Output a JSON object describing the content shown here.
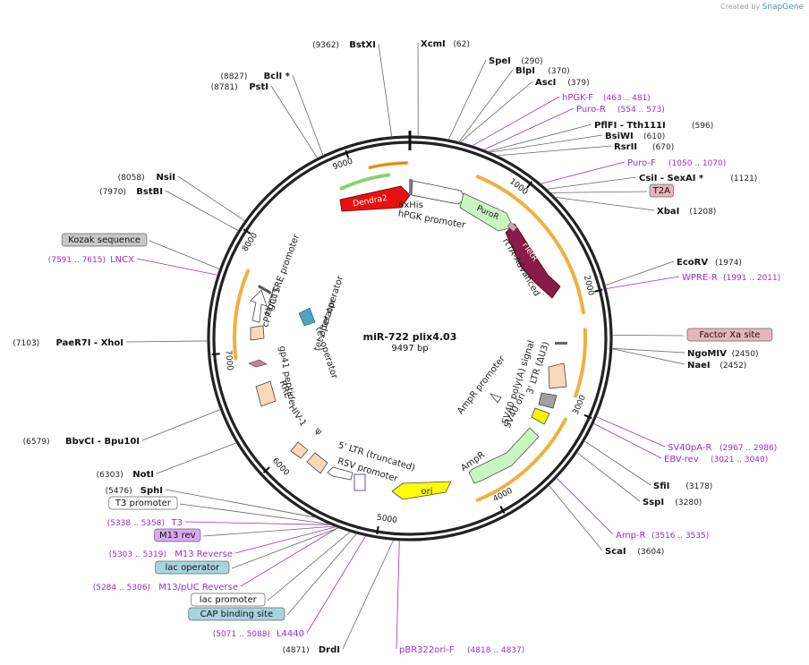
{
  "header": {
    "created_by": "Created by",
    "brand": "SnapGene"
  },
  "plasmid": {
    "name": "miR-722 plix4.03",
    "length_label": "9497 bp",
    "total_bp": 9497
  },
  "tick_labels": [
    "1000",
    "2000",
    "3000",
    "4000",
    "5000",
    "6000",
    "7000",
    "8000",
    "9000"
  ],
  "sites": [
    {
      "name": "XcmI",
      "pos_label": "(62)",
      "kind": "enzyme"
    },
    {
      "name": "SpeI",
      "pos_label": "(290)",
      "kind": "enzyme"
    },
    {
      "name": "BlpI",
      "pos_label": "(370)",
      "kind": "enzyme"
    },
    {
      "name": "AscI",
      "pos_label": "(379)",
      "kind": "enzyme"
    },
    {
      "name": "hPGK-F",
      "pos_label": "(463 .. 481)",
      "kind": "primer"
    },
    {
      "name": "Puro-R",
      "pos_label": "(554 .. 573)",
      "kind": "primer"
    },
    {
      "name": "PflFI - Tth111I",
      "pos_label": "(596)",
      "kind": "enzyme"
    },
    {
      "name": "BsiWI",
      "pos_label": "(610)",
      "kind": "enzyme"
    },
    {
      "name": "RsrII",
      "pos_label": "(670)",
      "kind": "enzyme"
    },
    {
      "name": "Puro-F",
      "pos_label": "(1050 .. 1070)",
      "kind": "primer"
    },
    {
      "name": "CsiI - SexAI *",
      "pos_label": "(1121)",
      "kind": "enzyme"
    },
    {
      "name": "T2A",
      "pos_label": "",
      "kind": "feature-pink"
    },
    {
      "name": "XbaI",
      "pos_label": "(1208)",
      "kind": "enzyme"
    },
    {
      "name": "EcoRV",
      "pos_label": "(1974)",
      "kind": "enzyme"
    },
    {
      "name": "WPRE-R",
      "pos_label": "(1991 .. 2011)",
      "kind": "primer"
    },
    {
      "name": "Factor Xa site",
      "pos_label": "",
      "kind": "feature-pink"
    },
    {
      "name": "NgoMIV",
      "pos_label": "(2450)",
      "kind": "enzyme"
    },
    {
      "name": "NaeI",
      "pos_label": "(2452)",
      "kind": "enzyme"
    },
    {
      "name": "SV40pA-R",
      "pos_label": "(2967 .. 2986)",
      "kind": "primer"
    },
    {
      "name": "EBV-rev",
      "pos_label": "(3021 .. 3040)",
      "kind": "primer"
    },
    {
      "name": "SfiI",
      "pos_label": "(3178)",
      "kind": "enzyme"
    },
    {
      "name": "SspI",
      "pos_label": "(3280)",
      "kind": "enzyme"
    },
    {
      "name": "Amp-R",
      "pos_label": "(3516 .. 3535)",
      "kind": "primer"
    },
    {
      "name": "ScaI",
      "pos_label": "(3604)",
      "kind": "enzyme"
    },
    {
      "name": "pBR322ori-F",
      "pos_label": "(4818 .. 4837)",
      "kind": "primer"
    },
    {
      "name": "DrdI",
      "pos_label": "(4871)",
      "kind": "enzyme"
    },
    {
      "name": "L4440",
      "pos_label": "(5071 .. 5088)",
      "kind": "primer"
    },
    {
      "name": "CAP binding site",
      "pos_label": "",
      "kind": "feature-blue"
    },
    {
      "name": "lac promoter",
      "pos_label": "",
      "kind": "feature-white"
    },
    {
      "name": "M13/pUC Reverse",
      "pos_label": "(5284 .. 5306)",
      "kind": "primer"
    },
    {
      "name": "lac operator",
      "pos_label": "",
      "kind": "feature-blue"
    },
    {
      "name": "M13 Reverse",
      "pos_label": "(5303 .. 5319)",
      "kind": "primer"
    },
    {
      "name": "M13 rev",
      "pos_label": "",
      "kind": "feature-purple"
    },
    {
      "name": "T3",
      "pos_label": "(5338 .. 5358)",
      "kind": "primer"
    },
    {
      "name": "T3 promoter",
      "pos_label": "",
      "kind": "feature-white"
    },
    {
      "name": "SphI",
      "pos_label": "(5476)",
      "kind": "enzyme"
    },
    {
      "name": "NotI",
      "pos_label": "(6303)",
      "kind": "enzyme"
    },
    {
      "name": "BbvCI - Bpu10I",
      "pos_label": "(6579)",
      "kind": "enzyme"
    },
    {
      "name": "PaeR7I - XhoI",
      "pos_label": "(7103)",
      "kind": "enzyme"
    },
    {
      "name": "LNCX",
      "pos_label": "(7591 .. 7615)",
      "kind": "primer"
    },
    {
      "name": "Kozak sequence",
      "pos_label": "",
      "kind": "feature-gray"
    },
    {
      "name": "BstBI",
      "pos_label": "(7970)",
      "kind": "enzyme"
    },
    {
      "name": "NsiI",
      "pos_label": "(8058)",
      "kind": "enzyme"
    },
    {
      "name": "PstI",
      "pos_label": "(8781)",
      "kind": "enzyme"
    },
    {
      "name": "BclI *",
      "pos_label": "(8827)",
      "kind": "enzyme"
    },
    {
      "name": "BstXI",
      "pos_label": "(9362)",
      "kind": "enzyme"
    }
  ],
  "features": [
    {
      "name": "Dendra2",
      "color": "#e8110f"
    },
    {
      "name": "PuroR",
      "color": "#c8f5c0"
    },
    {
      "name": "rTetR",
      "color": "#8b1a48"
    },
    {
      "name": "rtTA-Advanced",
      "color": "#8b1a48"
    },
    {
      "name": "hPGK promoter",
      "color": "#ffffff"
    },
    {
      "name": "6xHis",
      "color": "#7b7b9a"
    },
    {
      "name": "3' LTR (ΔU3)",
      "color": "#fbd8b8"
    },
    {
      "name": "SV40 poly(A) signal",
      "color": "#a0a0a0"
    },
    {
      "name": "SV40 ori",
      "color": "#f5f500"
    },
    {
      "name": "AmpR promoter",
      "color": "#ffffff"
    },
    {
      "name": "AmpR",
      "color": "#c8f5c0"
    },
    {
      "name": "ori",
      "color": "#ffff00"
    },
    {
      "name": "RSV promoter",
      "color": "#ffffff"
    },
    {
      "name": "5' LTR (truncated)",
      "color": "#fbd8b8"
    },
    {
      "name": "ψ",
      "color": "#ffffff"
    },
    {
      "name": "HIV-1",
      "color": "#ffffff"
    },
    {
      "name": "RRE",
      "color": "#fbd8b8"
    },
    {
      "name": "gp41 peptide",
      "color": "#c97f97"
    },
    {
      "name": "cPPT/CTS",
      "color": "#fbd8b8"
    },
    {
      "name": "tight TRE promoter",
      "color": "#ffffff"
    },
    {
      "name": "tet operator",
      "color": "#4fa4c4"
    }
  ]
}
